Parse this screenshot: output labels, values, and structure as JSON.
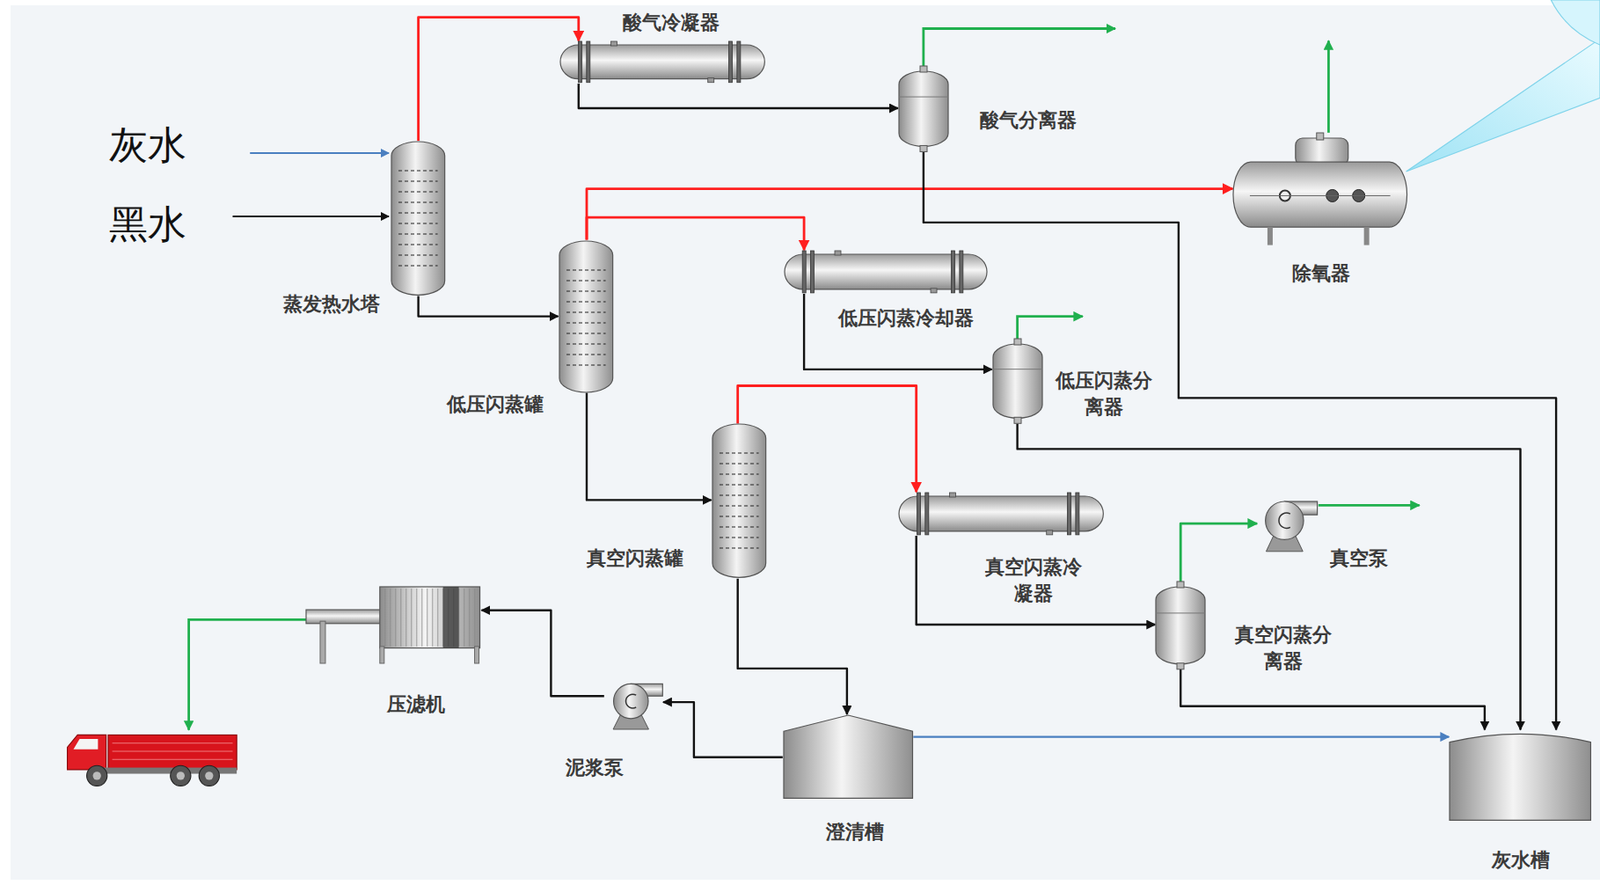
{
  "diagram": {
    "nodes": [
      {
        "text": [
          "酸气冷凝器"
        ]
      },
      {
        "text": [
          "酸气分离器"
        ]
      },
      {
        "text": [
          "蒸发热水塔"
        ]
      },
      {
        "text": [
          "除氧器"
        ]
      },
      {
        "text": [
          "低压闪蒸罐"
        ]
      },
      {
        "text": [
          "低压闪蒸冷却器"
        ]
      },
      {
        "text": [
          "低压闪蒸分离器"
        ]
      },
      {
        "text": [
          "真空闪蒸罐"
        ]
      },
      {
        "text": [
          "真空闪蒸冷凝器"
        ]
      },
      {
        "text": [
          "真空泵"
        ]
      },
      {
        "text": [
          "真空闪蒸分离器"
        ]
      },
      {
        "text": [
          "压滤机"
        ]
      },
      {
        "text": [
          "泥浆泵"
        ]
      },
      {
        "text": [
          "澄清槽"
        ]
      },
      {
        "text": [
          "灰水槽"
        ]
      }
    ],
    "edges": [
      {
        "from": 2,
        "to": 0,
        "arrow": "to"
      },
      {
        "from": 0,
        "to": 1,
        "arrow": "to"
      },
      {
        "from": 2,
        "to": 4,
        "arrow": "to"
      },
      {
        "from": 4,
        "to": 3,
        "arrow": "to"
      },
      {
        "from": 4,
        "to": 5,
        "arrow": "to"
      },
      {
        "from": 5,
        "to": 6,
        "arrow": "to"
      },
      {
        "from": 4,
        "to": 7,
        "arrow": "to"
      },
      {
        "from": 7,
        "to": 8,
        "arrow": "to"
      },
      {
        "from": 8,
        "to": 10,
        "arrow": "to"
      },
      {
        "from": 10,
        "to": 9,
        "arrow": "to"
      },
      {
        "from": 7,
        "to": 13,
        "arrow": "to"
      },
      {
        "from": 13,
        "to": 12,
        "arrow": "to"
      },
      {
        "from": 12,
        "to": 11,
        "arrow": "to"
      },
      {
        "from": 1,
        "to": 14,
        "arrow": "to"
      },
      {
        "from": 6,
        "to": 14,
        "arrow": "to"
      },
      {
        "from": 10,
        "to": 14,
        "arrow": "to"
      },
      {
        "from": 13,
        "to": 14,
        "arrow": "to"
      }
    ],
    "labels": [
      "灰水",
      "黑水"
    ]
  }
}
